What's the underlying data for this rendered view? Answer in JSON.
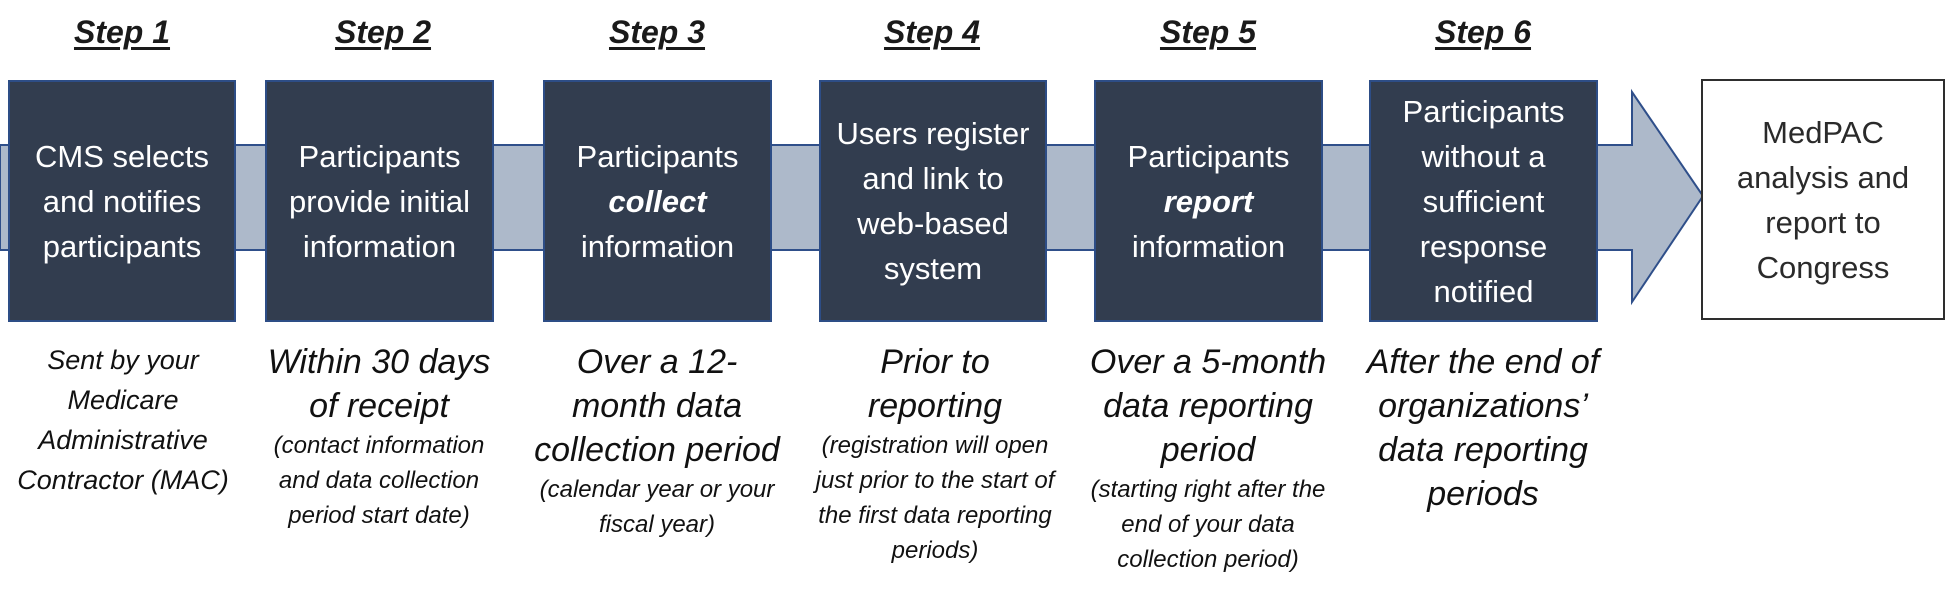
{
  "steps": [
    {
      "title": "Step 1",
      "box": {
        "before": "CMS selects and notifies participants",
        "emphasis": "",
        "after": ""
      },
      "timing": {
        "main": "Sent by your Medicare Administrative Contractor (MAC)",
        "note": ""
      }
    },
    {
      "title": "Step 2",
      "box": {
        "before": "Participants provide initial information",
        "emphasis": "",
        "after": ""
      },
      "timing": {
        "main": "Within 30 days of receipt",
        "note": "(contact information and data collection period start date)"
      }
    },
    {
      "title": "Step 3",
      "box": {
        "before": "Participants",
        "emphasis": "collect",
        "after": "information"
      },
      "timing": {
        "main": "Over a 12-month data collection period",
        "note": "(calendar year or your fiscal year)"
      }
    },
    {
      "title": "Step 4",
      "box": {
        "before": "Users register and link to web-based system",
        "emphasis": "",
        "after": ""
      },
      "timing": {
        "main": "Prior to reporting",
        "note": "(registration will open just prior to the start of the first data reporting periods)"
      }
    },
    {
      "title": "Step 5",
      "box": {
        "before": "Participants",
        "emphasis": "report",
        "after": "information"
      },
      "timing": {
        "main": "Over a 5-month data reporting period",
        "note": "(starting right after the end of your data collection period)"
      }
    },
    {
      "title": "Step 6",
      "box": {
        "before": "Participants without a sufficient response notified",
        "emphasis": "",
        "after": ""
      },
      "timing": {
        "main": "After the end of organizations’ data reporting periods",
        "note": ""
      }
    }
  ],
  "final": {
    "label": "MedPAC analysis and report to Congress"
  },
  "colors": {
    "box_fill": "#323d4f",
    "box_border": "#2d4d86",
    "arrow_fill": "#adb9ca",
    "arrow_border": "#2f4f8a",
    "final_border": "#2e2e2e"
  }
}
